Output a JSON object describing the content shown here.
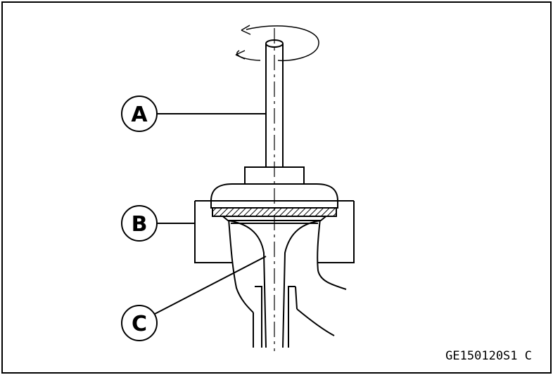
{
  "callouts": {
    "a": "A",
    "b": "B",
    "c": "C"
  },
  "figure_code": "GE150120S1 C",
  "colors": {
    "line": "#000000",
    "background": "#ffffff"
  }
}
